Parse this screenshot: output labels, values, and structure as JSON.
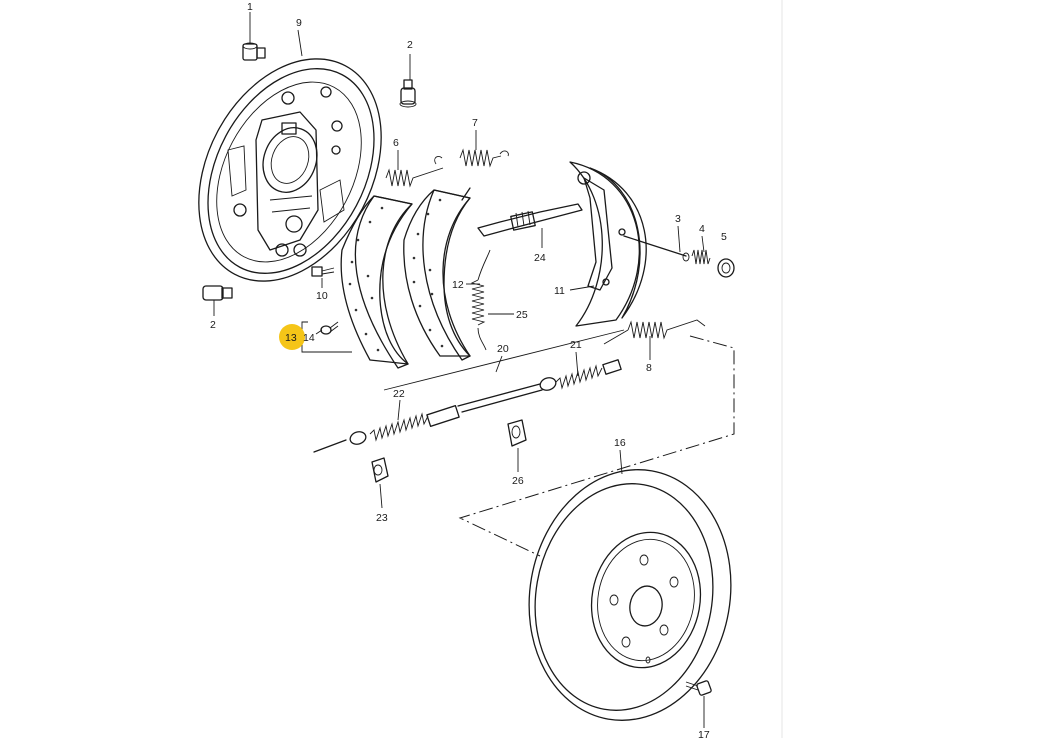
{
  "highlight_color": "#f5c518",
  "labels": {
    "p1": "1",
    "p2a": "2",
    "p2b": "2",
    "p3": "3",
    "p4": "4",
    "p5": "5",
    "p6": "6",
    "p7": "7",
    "p8": "8",
    "p9": "9",
    "p10": "10",
    "p11": "11",
    "p12": "12",
    "p13": "13",
    "p14": "14",
    "p16": "16",
    "p17": "17",
    "p20": "20",
    "p21": "21",
    "p22": "22",
    "p23": "23",
    "p24": "24",
    "p25": "25",
    "p26": "26"
  }
}
